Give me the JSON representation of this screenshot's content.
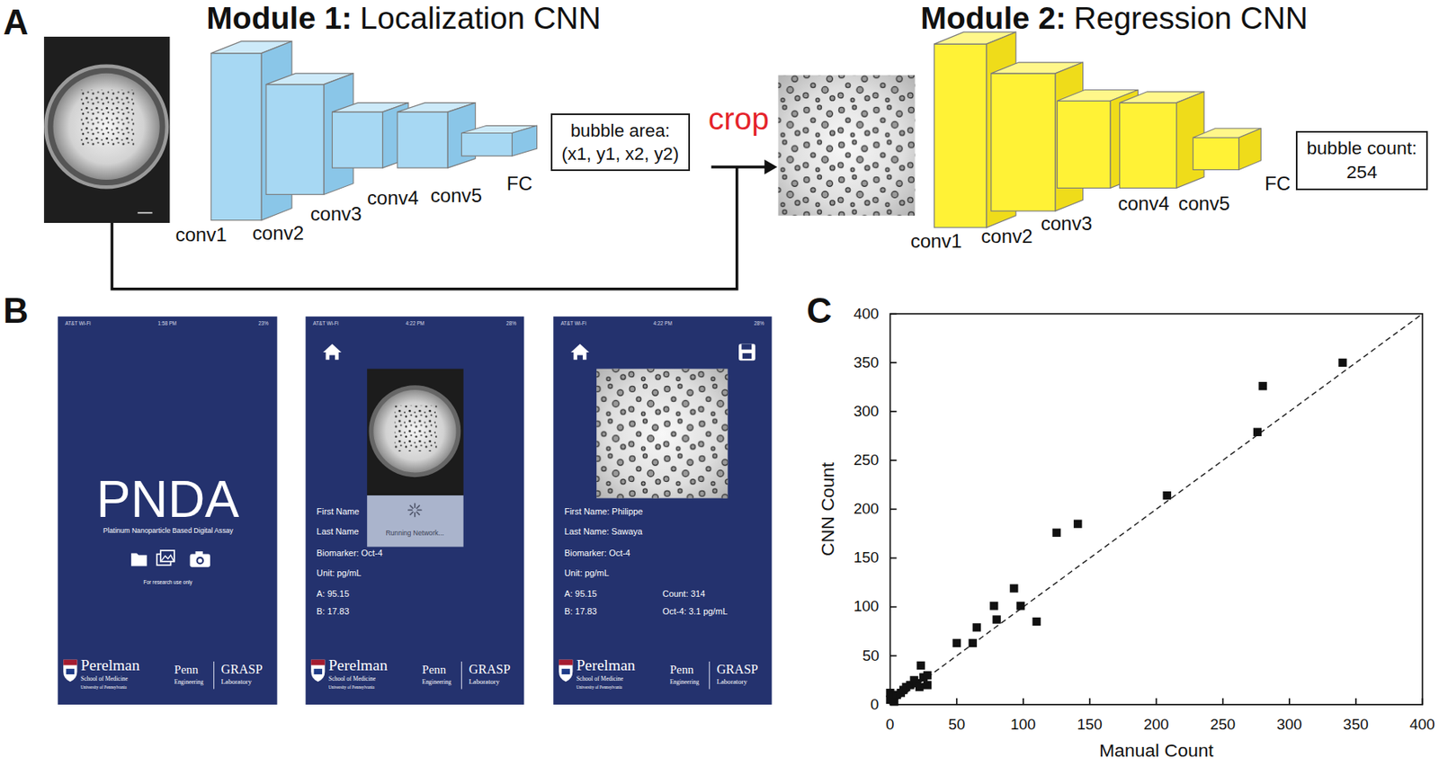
{
  "diagram": {
    "nodes": [
      {
        "text": [
          "bubble area:",
          "(x1, y1, x2, y2)"
        ]
      },
      {
        "text": [
          "bubble count:",
          "254"
        ]
      },
      {
        "text": [
          "AT&T Wi-Fi",
          "1:58 PM",
          "23%",
          "PNDA",
          "Platinum Nanoparticle Based Digital Assay",
          "For research use only",
          "Perelman",
          "School of Medicine",
          "University of Pennsylvania",
          "Penn",
          "Engineering",
          "GRASP",
          "Laboratory"
        ]
      },
      {
        "text": [
          "AT&T Wi-Fi",
          "4:22 PM",
          "28%",
          "First Name",
          "Last Name",
          "Biomarker: Oct-4",
          "Unit: pg/mL",
          "A: 95.15",
          "B: 17.83",
          "Perelman",
          "School of Medicine",
          "University of Pennsylvania",
          "Penn",
          "Engineering",
          "GRASP",
          "Laboratory"
        ]
      },
      {
        "text": [
          "Running Network..."
        ],
        "in": 3
      },
      {
        "text": [
          "AT&T Wi-Fi",
          "4:22 PM",
          "28%",
          "First Name: Philippe",
          "Last Name: Sawaya",
          "Biomarker: Oct-4",
          "Unit: pg/mL",
          "A: 95.15",
          "Count: 314",
          "B: 17.83",
          "Oct-4: 3.1 pg/mL",
          "Perelman",
          "School of Medicine",
          "University of Pennsylvania",
          "Penn",
          "Engineering",
          "GRASP",
          "Laboratory"
        ]
      }
    ],
    "labels": [
      "A",
      "Module 1:",
      "Localization CNN",
      "conv1",
      "conv2",
      "conv3",
      "conv4",
      "conv5",
      "FC",
      "crop",
      "Module 2:",
      "Regression CNN",
      "conv1",
      "conv2",
      "conv3",
      "conv4",
      "conv5",
      "FC",
      "B",
      "C",
      "400",
      "350",
      "300",
      "250",
      "200",
      "150",
      "100",
      "50",
      "0",
      "CNN Count",
      "0",
      "50",
      "100",
      "150",
      "200",
      "250",
      "300",
      "350",
      "400",
      "Manual Count"
    ]
  }
}
